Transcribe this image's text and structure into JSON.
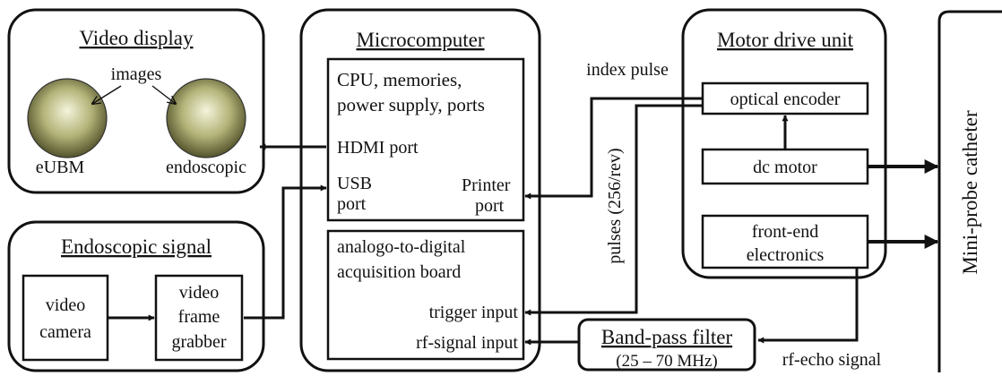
{
  "video_display": {
    "title": "Video display",
    "images_label": "images",
    "left_label": "eUBM",
    "right_label": "endoscopic"
  },
  "endoscopic_signal": {
    "title": "Endoscopic signal",
    "camera": [
      "video",
      "camera"
    ],
    "grabber": [
      "video",
      "frame",
      "grabber"
    ]
  },
  "microcomputer": {
    "title": "Microcomputer",
    "cpu": [
      "CPU, memories,",
      "power supply, ports"
    ],
    "hdmi": "HDMI port",
    "usb": [
      "USB",
      "port"
    ],
    "printer": [
      "Printer",
      "port"
    ],
    "adc": [
      "analogo-to-digital",
      "acquisition board"
    ],
    "trigger": "trigger input",
    "rf_input": "rf-signal input"
  },
  "motor_drive": {
    "title": "Motor drive unit",
    "encoder": "optical encoder",
    "motor": "dc motor",
    "frontend": [
      "front-end",
      "electronics"
    ]
  },
  "filter": {
    "title": "Band-pass filter",
    "range": "(25 – 70 MHz)"
  },
  "catheter": "Mini-probe catheter",
  "signals": {
    "index_pulse": "index pulse",
    "pulses": "pulses (256/rev)",
    "rf_echo": "rf-echo signal"
  },
  "colors": {
    "line": "#111111",
    "sphere_light": "#f4f4dc",
    "sphere_mid": "#b4b47a",
    "sphere_dark": "#54542c"
  }
}
